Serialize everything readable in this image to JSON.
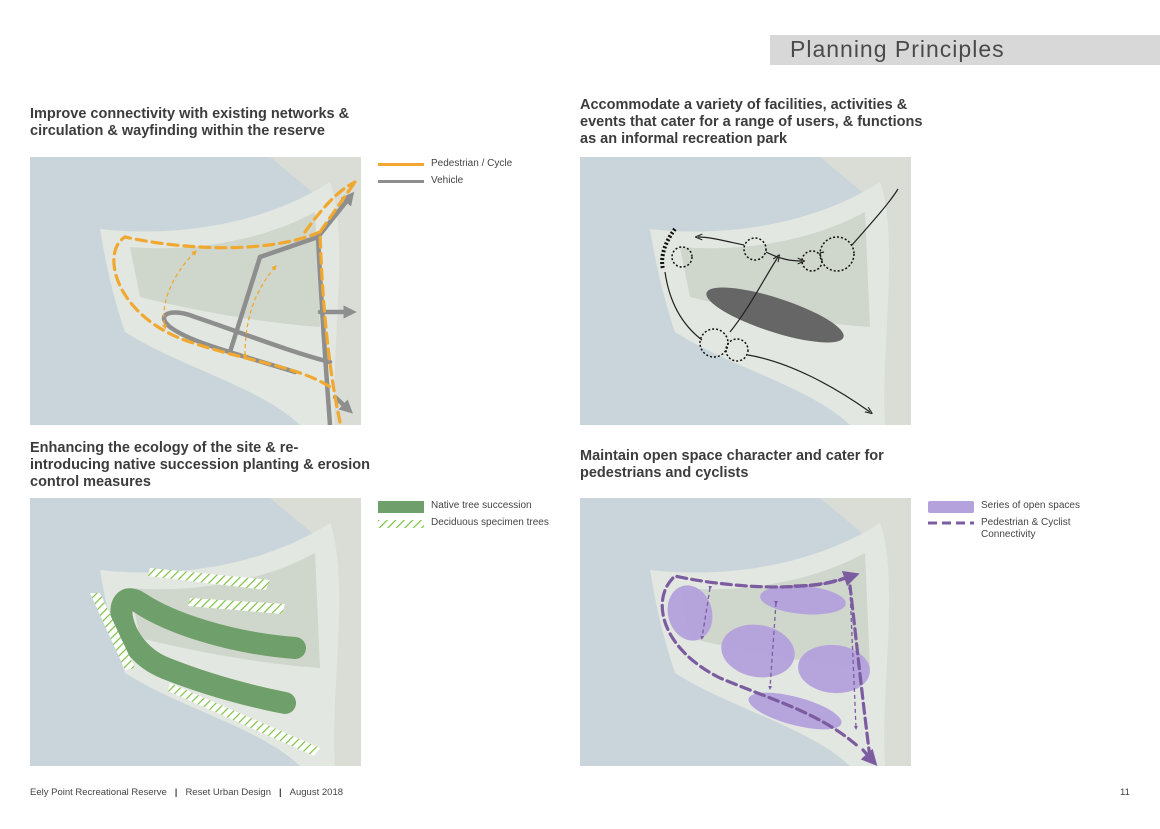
{
  "page_title": "Planning Principles",
  "panels": {
    "connectivity": {
      "heading": "Improve connectivity with existing networks & circulation & wayfinding within the reserve",
      "legend": [
        {
          "label": "Pedestrian / Cycle",
          "color": "#f0a830"
        },
        {
          "label": "Vehicle",
          "color": "#8e8e8e"
        }
      ]
    },
    "facilities": {
      "heading": "Accommodate a variety of facilities, activities & events that cater for a range of users, & functions as an informal recreation park"
    },
    "ecology": {
      "heading": "Enhancing the ecology of the site & re-introducing native succession planting & erosion control measures",
      "legend": [
        {
          "label": "Native tree succession",
          "color": "#6f9f6a"
        },
        {
          "label": "Deciduous specimen trees",
          "color": "#7dc242"
        }
      ]
    },
    "open_space": {
      "heading": "Maintain open space character and cater for pedestrians and cyclists",
      "legend": [
        {
          "label": "Series of open spaces",
          "color": "#b4a2dc"
        },
        {
          "label": "Pedestrian & Cyclist Connectivity",
          "color": "#7c5ca0"
        }
      ]
    }
  },
  "footer": {
    "project": "Eely Point Recreational Reserve",
    "company": "Reset Urban Design",
    "date": "August 2018",
    "separator": "|",
    "page_number": "11"
  }
}
